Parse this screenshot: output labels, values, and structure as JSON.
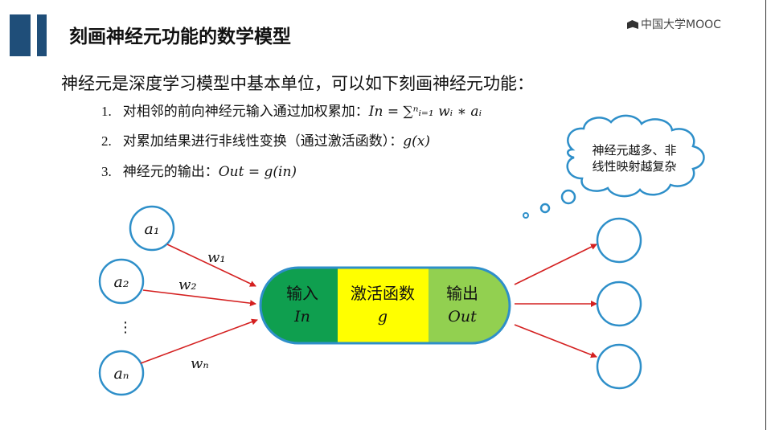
{
  "header": {
    "title": "刻画神经元功能的数学模型",
    "logo_text": "中国大学MOOC"
  },
  "intro": "神经元是深度学习模型中基本单位，可以如下刻画神经元功能：",
  "list": [
    {
      "num": "1.",
      "text": "对相邻的前向神经元输入通过加权累加：",
      "formula": "In = ∑ⁿᵢ₌₁ wᵢ ∗ aᵢ"
    },
    {
      "num": "2.",
      "text": "对累加结果进行非线性变换（通过激活函数）：",
      "formula": "g(x)"
    },
    {
      "num": "3.",
      "text": "神经元的输出：",
      "formula": "Out = g(in)"
    }
  ],
  "thought_bubble": {
    "line1": "神经元越多、非",
    "line2": "线性映射越复杂"
  },
  "diagram": {
    "inputs": [
      "a₁",
      "a₂",
      "⋮",
      "aₙ"
    ],
    "weights": [
      "w₁",
      "w₂",
      "wₙ"
    ],
    "neuron": {
      "input_label": "输入",
      "input_symbol": "In",
      "activation_label": "激活函数",
      "activation_symbol": "g",
      "output_label": "输出",
      "output_symbol": "Out"
    },
    "colors": {
      "input_fill": "#0f9f4f",
      "activation_fill": "#ffff00",
      "output_fill": "#92d050",
      "outline": "#2e8fc9",
      "arrow": "#d42020",
      "header_bar": "#1f4e79"
    }
  }
}
